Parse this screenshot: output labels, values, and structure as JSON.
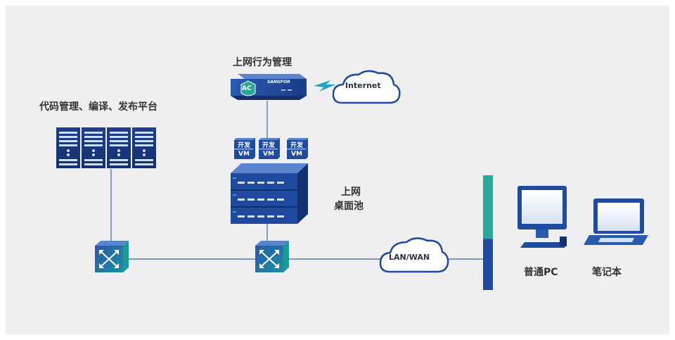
{
  "labels": {
    "code_platform": "代码管理、编译、发布平台",
    "ac_title": "上网行为管理",
    "internet": "Internet",
    "desktop_pool_line1": "上网",
    "desktop_pool_line2": "桌面池",
    "lan_wan": "LAN/WAN",
    "pc": "普通PC",
    "laptop": "笔记本",
    "ac_badge": "AC",
    "ac_brand": "SANGFOR",
    "vm_top": "开发",
    "vm_bottom": "VM"
  },
  "colors": {
    "background": "#efeff1",
    "navy": "#1f4aa0",
    "teal": "#2aa896",
    "line": "#5a7db8"
  },
  "icons": [
    "server-rack-icon",
    "appliance-ac-icon",
    "cloud-icon",
    "vm-icon",
    "server-stack-icon",
    "switch-icon",
    "desktop-pc-icon",
    "laptop-icon",
    "lightning-icon",
    "network-bar-icon"
  ]
}
